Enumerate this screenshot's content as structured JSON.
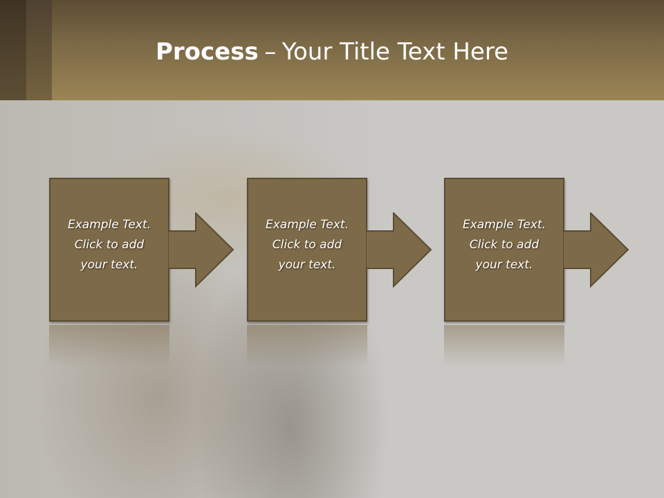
{
  "title": {
    "bold": "Process",
    "separator": "–",
    "rest": "Your Title Text Here"
  },
  "steps": [
    {
      "line1": "Example Text.",
      "line2": "Click  to add",
      "line3": "your text."
    },
    {
      "line1": "Example Text.",
      "line2": "Click  to add",
      "line3": "your text."
    },
    {
      "line1": "Example Text.",
      "line2": "Click  to add",
      "line3": "your text."
    }
  ],
  "colors": {
    "header": "#8a7550",
    "box_fill": "#7d6a48",
    "box_border": "#5a4b33",
    "background": "#c9c8c5"
  }
}
